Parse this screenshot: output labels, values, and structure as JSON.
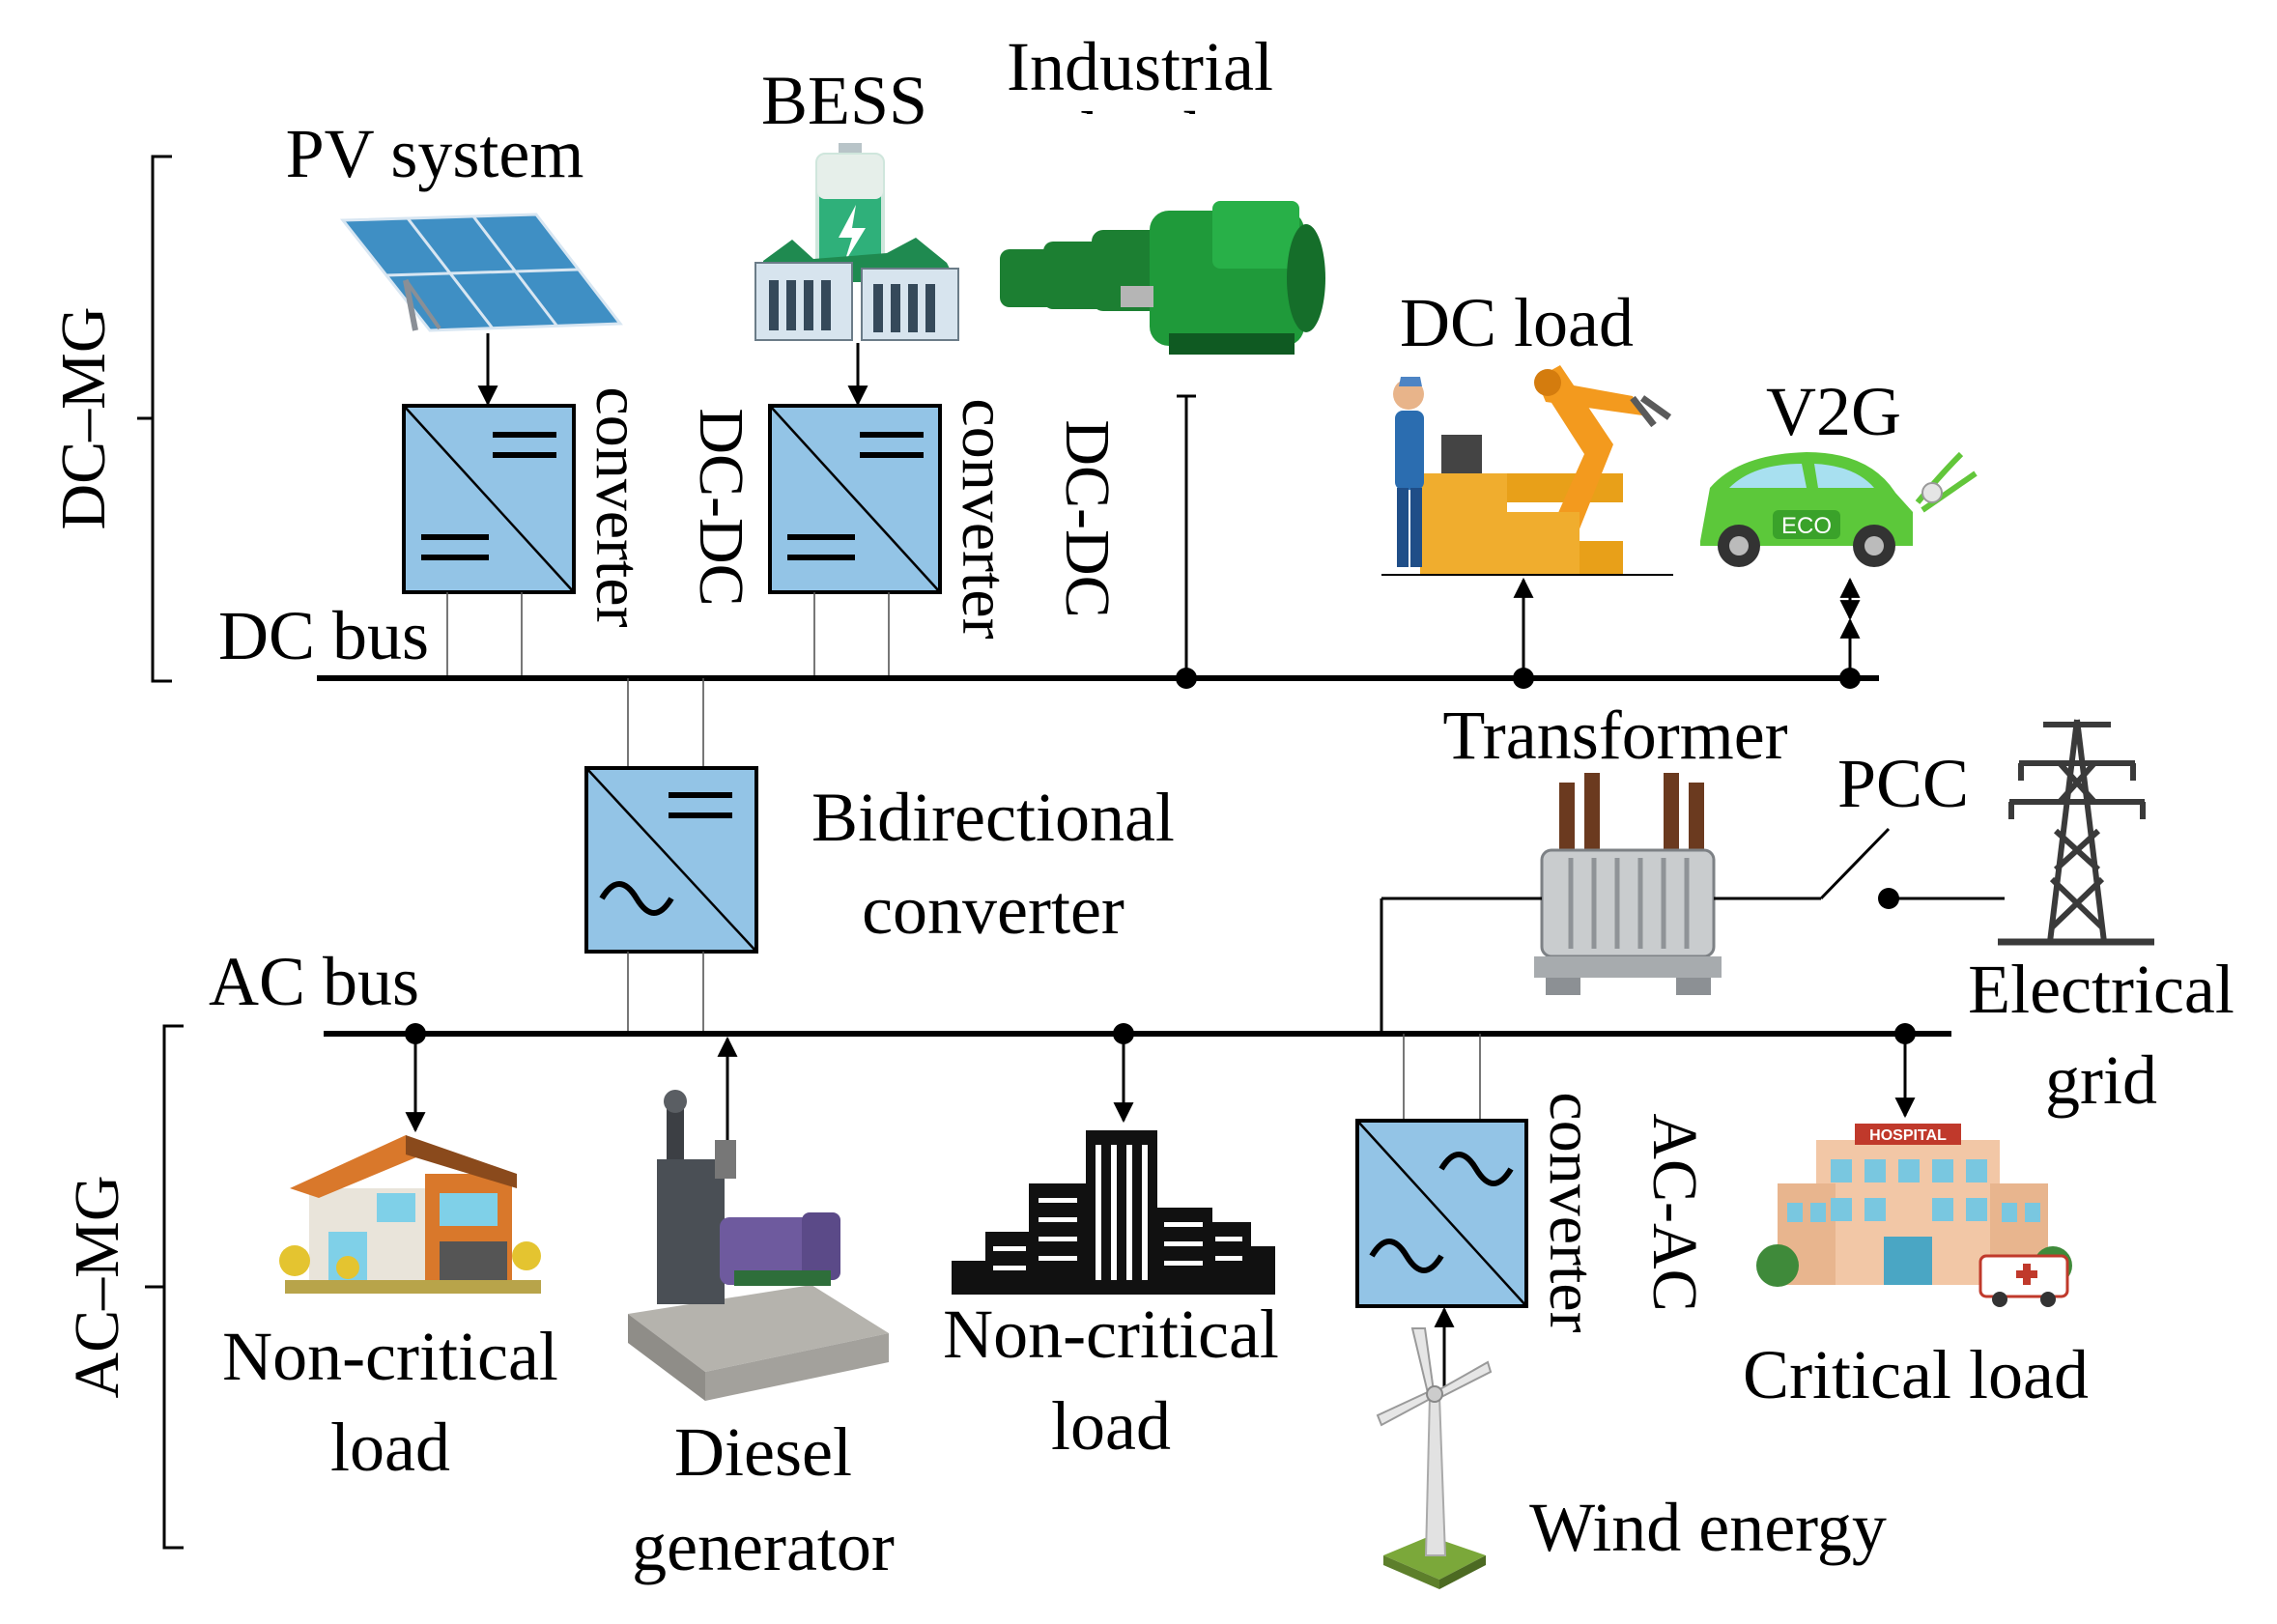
{
  "labels": {
    "pv_system": "PV system",
    "bess": "BESS",
    "industrial_load_line1": "Industrial",
    "industrial_load_line2": "load",
    "dc_load": "DC load",
    "v2g": "V2G",
    "dc_bus": "DC bus",
    "dcdc_pv_a": "DC-DC",
    "dcdc_pv_b": "converter",
    "dcdc_bess_a": "DC-DC",
    "dcdc_bess_b": "converter",
    "dc_mg": "DC–MG",
    "transformer": "Transformer",
    "pcc": "PCC",
    "bidir_line1": "Bidirectional",
    "bidir_line2": "converter",
    "ac_bus": "AC bus",
    "electrical_grid_line1": "Electrical",
    "electrical_grid_line2": "grid",
    "ac_mg": "AC–MG",
    "noncrit1_line1": "Non-critical",
    "noncrit1_line2": "load",
    "diesel_line1": "Diesel",
    "diesel_line2": "generator",
    "noncrit2_line1": "Non-critical",
    "noncrit2_line2": "load",
    "acac_a": "AC-AC",
    "acac_b": "converter",
    "critical_load": "Critical load",
    "wind_energy": "Wind energy",
    "hospital_sign": "HOSPITAL",
    "eco_badge": "ECO"
  },
  "symbols": {
    "dc": "=",
    "ac": "~"
  },
  "colors": {
    "converter_fill": "#93c4e6",
    "solar_panel": "#3f8fc4",
    "battery_green": "#2fb07a",
    "motor_green": "#1f9a3a",
    "robot_orange": "#f39a1e",
    "ev_green": "#5cc83a",
    "house_orange": "#d9782b",
    "hospital_wall": "#f2c7a6"
  }
}
